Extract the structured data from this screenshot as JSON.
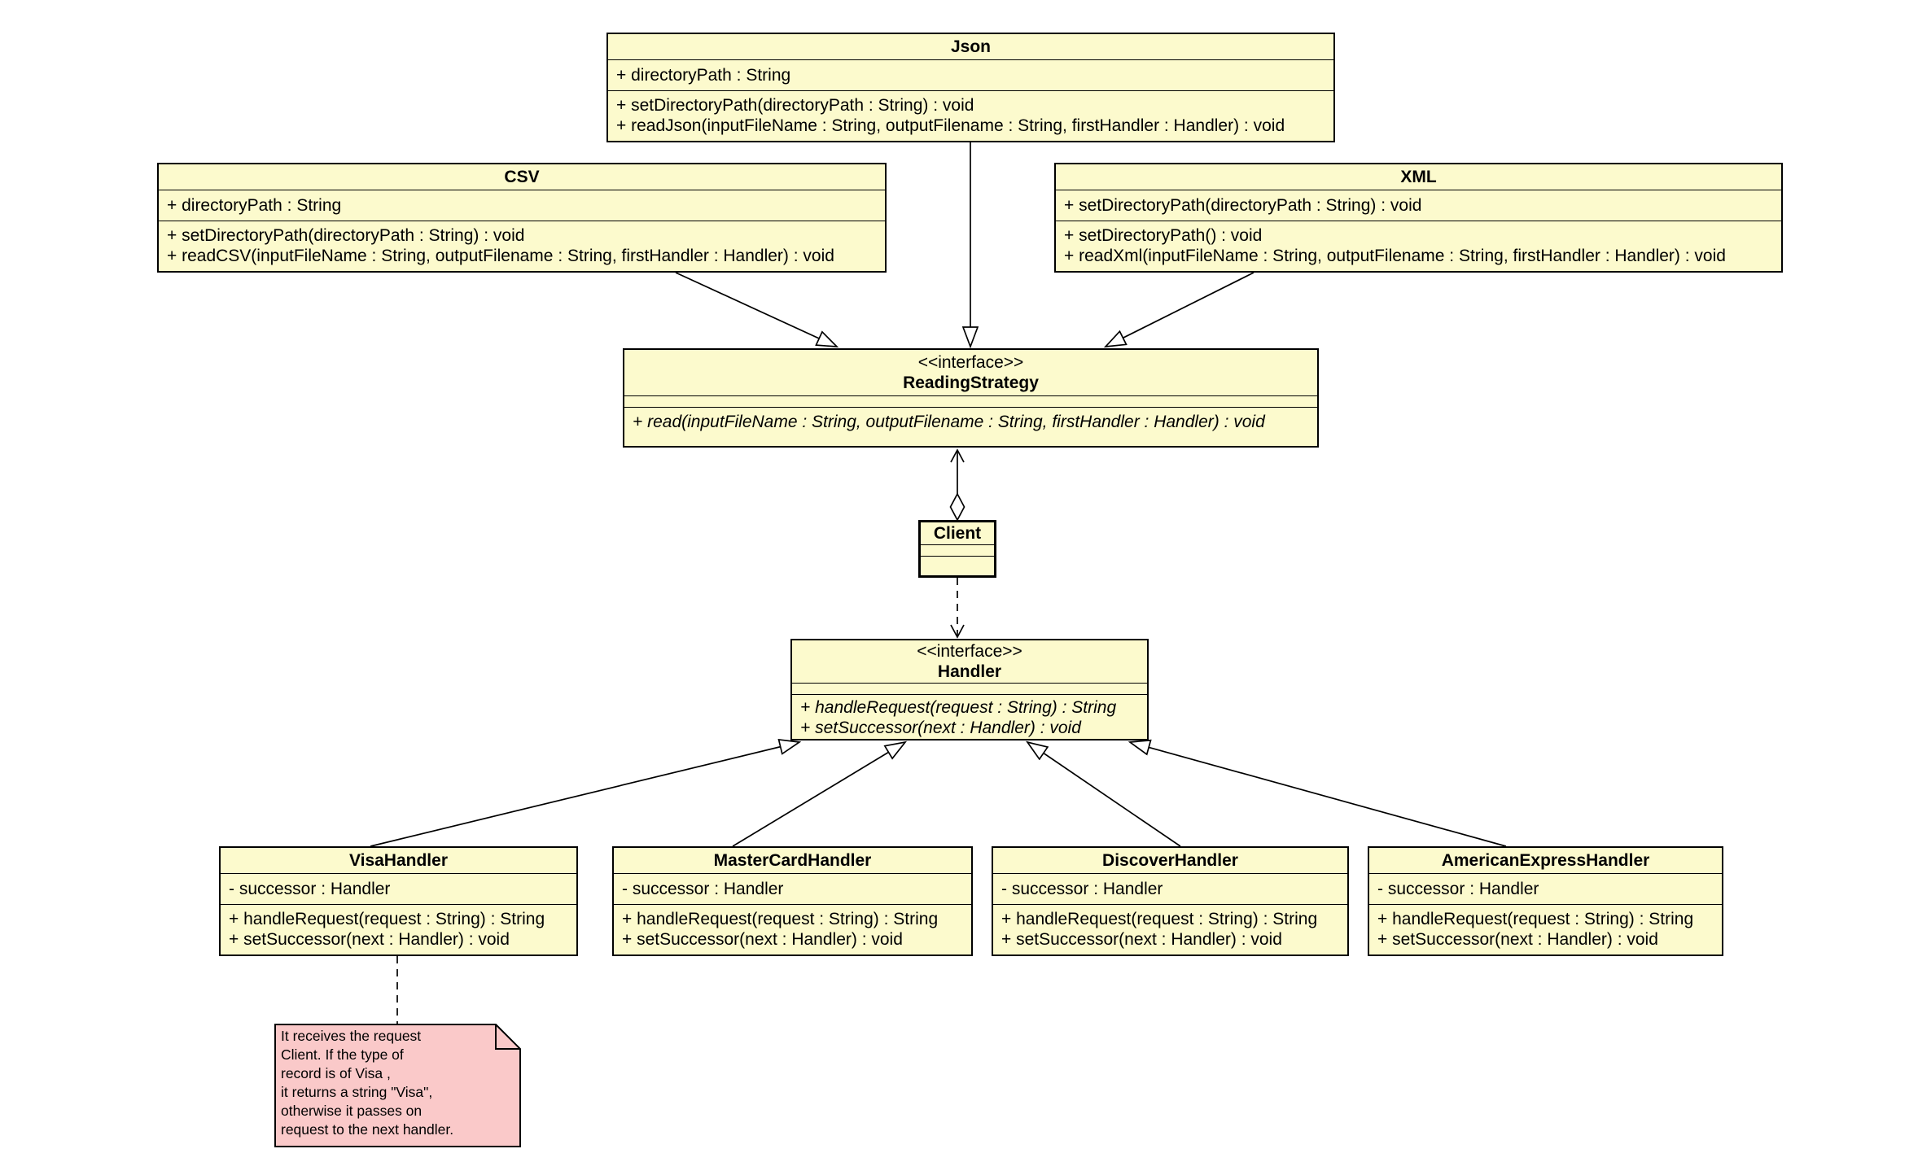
{
  "diagram": {
    "kind": "uml-class-diagram",
    "colors": {
      "class_fill": "#FCFACD",
      "note_fill": "#FAC9C9",
      "line": "#000000",
      "background": "#FFFFFF"
    }
  },
  "classes": {
    "json": {
      "name": "Json",
      "attributes": [
        "+ directoryPath : String"
      ],
      "methods": [
        "+ setDirectoryPath(directoryPath : String) : void",
        "+ readJson(inputFileName : String, outputFilename : String, firstHandler : Handler) : void"
      ]
    },
    "csv": {
      "name": "CSV",
      "attributes": [
        "+ directoryPath : String"
      ],
      "methods": [
        "+ setDirectoryPath(directoryPath : String) : void",
        "+ readCSV(inputFileName : String, outputFilename : String, firstHandler : Handler) : void"
      ]
    },
    "xml": {
      "name": "XML",
      "attributes": [
        "+ setDirectoryPath(directoryPath : String) : void"
      ],
      "methods": [
        "+ setDirectoryPath() : void",
        "+ readXml(inputFileName : String, outputFilename : String, firstHandler : Handler) : void"
      ]
    },
    "reading_strategy": {
      "stereotype": "<<interface>>",
      "name": "ReadingStrategy",
      "attributes": [],
      "methods": [
        "+ read(inputFileName : String, outputFilename : String, firstHandler : Handler) : void"
      ]
    },
    "client": {
      "name": "Client",
      "attributes": [],
      "methods": []
    },
    "handler": {
      "stereotype": "<<interface>>",
      "name": "Handler",
      "attributes": [],
      "methods": [
        "+ handleRequest(request : String) : String",
        "+ setSuccessor(next : Handler) : void"
      ]
    },
    "visa_handler": {
      "name": "VisaHandler",
      "attributes": [
        "- successor : Handler"
      ],
      "methods": [
        "+ handleRequest(request : String) : String",
        "+ setSuccessor(next : Handler) : void"
      ]
    },
    "master_card_handler": {
      "name": "MasterCardHandler",
      "attributes": [
        "- successor : Handler"
      ],
      "methods": [
        "+ handleRequest(request : String) : String",
        "+ setSuccessor(next : Handler) : void"
      ]
    },
    "discover_handler": {
      "name": "DiscoverHandler",
      "attributes": [
        "- successor : Handler"
      ],
      "methods": [
        "+ handleRequest(request : String) : String",
        "+ setSuccessor(next : Handler) : void"
      ]
    },
    "american_express_handler": {
      "name": "AmericanExpressHandler",
      "attributes": [
        "- successor : Handler"
      ],
      "methods": [
        "+ handleRequest(request : String) : String",
        "+ setSuccessor(next : Handler) : void"
      ]
    }
  },
  "note": {
    "lines": [
      "It receives the request",
      "Client. If the type of",
      "record is of Visa ,",
      "it returns a string \"Visa\",",
      "otherwise it passes on",
      "request to the next handler."
    ]
  },
  "relationships": [
    {
      "from": "Json",
      "to": "ReadingStrategy",
      "type": "realization"
    },
    {
      "from": "CSV",
      "to": "ReadingStrategy",
      "type": "realization"
    },
    {
      "from": "XML",
      "to": "ReadingStrategy",
      "type": "realization"
    },
    {
      "from": "Client",
      "to": "ReadingStrategy",
      "type": "aggregation-association"
    },
    {
      "from": "Client",
      "to": "Handler",
      "type": "dependency"
    },
    {
      "from": "VisaHandler",
      "to": "Handler",
      "type": "realization"
    },
    {
      "from": "MasterCardHandler",
      "to": "Handler",
      "type": "realization"
    },
    {
      "from": "DiscoverHandler",
      "to": "Handler",
      "type": "realization"
    },
    {
      "from": "AmericanExpressHandler",
      "to": "Handler",
      "type": "realization"
    },
    {
      "from": "VisaHandler",
      "to": "note",
      "type": "note-anchor"
    }
  ]
}
